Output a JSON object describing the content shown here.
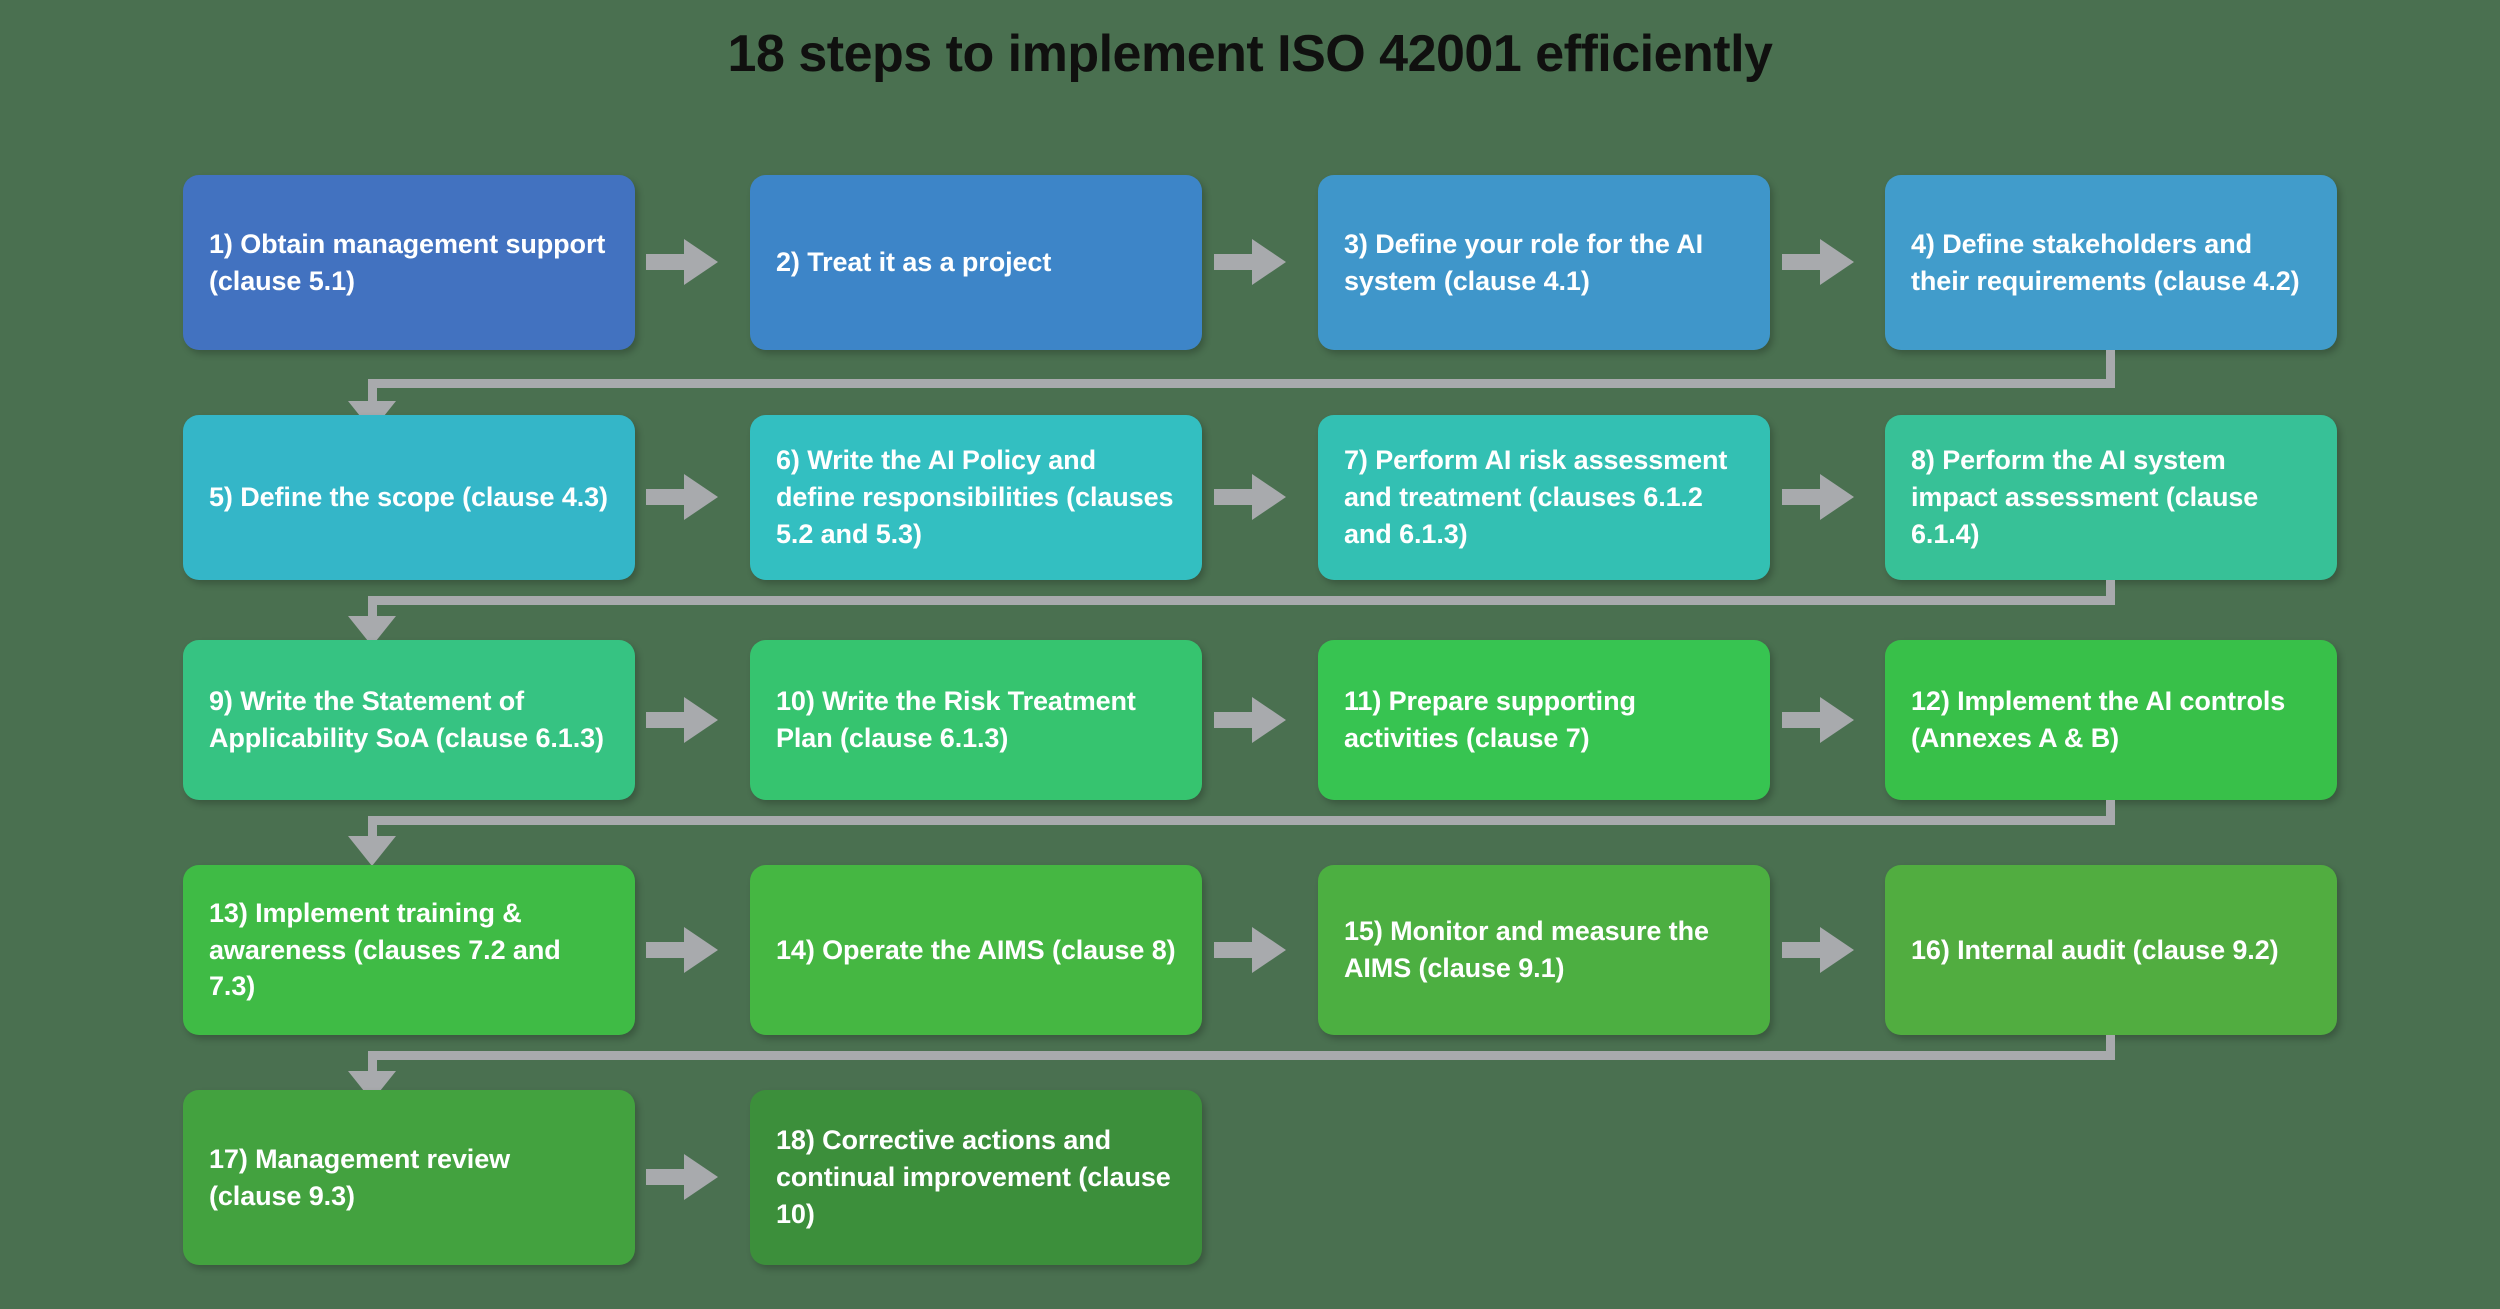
{
  "page": {
    "title": "18 steps to implement ISO 42001 efficiently",
    "background_color": "#4a7050",
    "title_color": "#10100f",
    "connector_color": "#a8aaad",
    "box_text_color": "#ffffff"
  },
  "diagram": {
    "type": "flowchart",
    "layout": "4-per-row serpentine, 5 rows (last row has 2)",
    "arrow_icon": "right-arrow-icon",
    "wrap_arrow_icon": "down-arrow-icon",
    "steps": [
      {
        "number": "1",
        "text": "1) Obtain management support (clause 5.1)",
        "color": "#4272c0",
        "row": 1,
        "col": 1
      },
      {
        "number": "2",
        "text": "2) Treat it as a project",
        "color": "#3d85c8",
        "row": 1,
        "col": 2
      },
      {
        "number": "3",
        "text": "3) Define your role for the AI system (clause 4.1)",
        "color": "#3f96ca",
        "row": 1,
        "col": 3
      },
      {
        "number": "4",
        "text": "4) Define stakeholders and their requirements (clause 4.2)",
        "color": "#419ccb",
        "row": 1,
        "col": 4
      },
      {
        "number": "5",
        "text": "5) Define the scope (clause 4.3)",
        "color": "#34b6c8",
        "row": 2,
        "col": 1
      },
      {
        "number": "6",
        "text": "6) Write the AI Policy and define responsibilities (clauses 5.2 and 5.3)",
        "color": "#33bfc1",
        "row": 2,
        "col": 2
      },
      {
        "number": "7",
        "text": "7) Perform AI risk assessment and treatment (clauses 6.1.2 and 6.1.3)",
        "color": "#33c0b3",
        "row": 2,
        "col": 3
      },
      {
        "number": "8",
        "text": "8) Perform the AI system impact assessment (clause 6.1.4)",
        "color": "#37c197",
        "row": 2,
        "col": 4
      },
      {
        "number": "9",
        "text": "9) Write the Statement of Applicability SoA (clause 6.1.3)",
        "color": "#36c382",
        "row": 3,
        "col": 1
      },
      {
        "number": "10",
        "text": "10) Write the Risk Treatment Plan (clause 6.1.3)",
        "color": "#36c46f",
        "row": 3,
        "col": 2
      },
      {
        "number": "11",
        "text": "11) Prepare supporting activities (clause 7)",
        "color": "#37c451",
        "row": 3,
        "col": 3
      },
      {
        "number": "12",
        "text": "12) Implement the AI controls (Annexes A & B)",
        "color": "#38c049",
        "row": 3,
        "col": 4
      },
      {
        "number": "13",
        "text": "13) Implement training & awareness (clauses 7.2 and 7.3)",
        "color": "#3fbb45",
        "row": 4,
        "col": 1
      },
      {
        "number": "14",
        "text": "14) Operate the AIMS (clause 8)",
        "color": "#45b742",
        "row": 4,
        "col": 2
      },
      {
        "number": "15",
        "text": "15) Monitor and measure the AIMS (clause 9.1)",
        "color": "#4caf41",
        "row": 4,
        "col": 3
      },
      {
        "number": "16",
        "text": "16) Internal audit (clause 9.2)",
        "color": "#51ad40",
        "row": 4,
        "col": 4
      },
      {
        "number": "17",
        "text": "17) Management review (clause 9.3)",
        "color": "#43a23f",
        "row": 5,
        "col": 1
      },
      {
        "number": "18",
        "text": "18) Corrective actions and continual improvement (clause 10)",
        "color": "#3c8f3b",
        "row": 5,
        "col": 2
      }
    ]
  }
}
